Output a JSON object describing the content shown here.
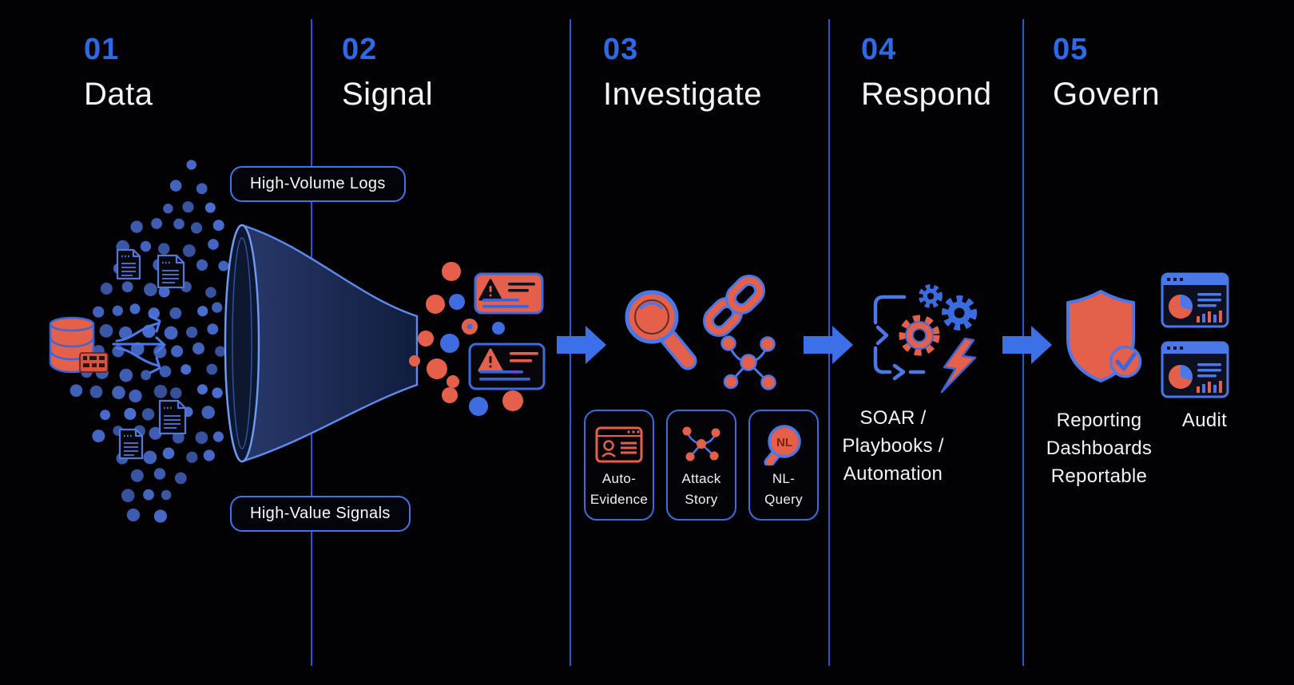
{
  "colors": {
    "accent_blue": "#2e6ae6",
    "divider_blue": "#2b55dd",
    "mid_blue": "#4a78e8",
    "dot_blue": "#4a6fd2",
    "accent_orange": "#e5604a",
    "background": "#020205",
    "text_white": "#f2f3f5"
  },
  "columns": [
    {
      "number": "01",
      "title": "Data"
    },
    {
      "number": "02",
      "title": "Signal"
    },
    {
      "number": "03",
      "title": "Investigate"
    },
    {
      "number": "04",
      "title": "Respond"
    },
    {
      "number": "05",
      "title": "Govern"
    }
  ],
  "flow": {
    "badge_top": "High-Volume Logs",
    "badge_bottom": "High-Value Signals"
  },
  "investigate": {
    "nl_glyph": "NL",
    "cards": [
      {
        "line1": "Auto-",
        "line2": "Evidence"
      },
      {
        "line1": "Attack",
        "line2": "Story"
      },
      {
        "line1": "NL-",
        "line2": "Query"
      }
    ]
  },
  "respond": {
    "lines": [
      "SOAR /",
      "Playbooks /",
      "Automation"
    ]
  },
  "govern": {
    "left_lines": [
      "Reporting",
      "Dashboards",
      "Reportable"
    ],
    "right_label": "Audit"
  }
}
